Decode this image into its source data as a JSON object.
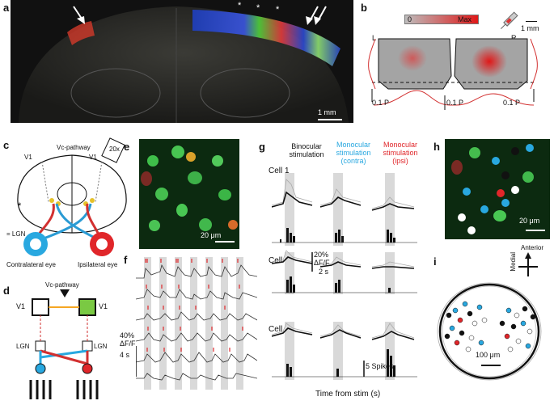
{
  "panels": {
    "a": {
      "label": "a",
      "scale_bar": "1 mm",
      "stars": [
        "*",
        "*",
        "*"
      ]
    },
    "b": {
      "label": "b",
      "colorbar_min": "0",
      "colorbar_max": "Max",
      "scale_bar": "1 mm",
      "left": "L",
      "right": "R",
      "p_left": "0.1 P",
      "p_mid": "0.1 P",
      "p_right": "0.1 P"
    },
    "c": {
      "label": "c",
      "pathway": "Vc-pathway",
      "v1_left": "V1",
      "v1_right": "V1",
      "objective": "20x",
      "lgn_note": "= LGN",
      "eye_left": "Contralateral eye",
      "eye_right": "Ipsilateral eye"
    },
    "d": {
      "label": "d",
      "pathway": "Vc-pathway",
      "v1_left": "V1",
      "v1_right": "V1",
      "lgn_left": "LGN",
      "lgn_right": "LGN"
    },
    "e": {
      "label": "e",
      "scale_bar": "20 μm"
    },
    "f": {
      "label": "f",
      "scale_y": "40%",
      "scale_y2": "ΔF/F",
      "scale_x": "4 s"
    },
    "g": {
      "label": "g",
      "col1": [
        "Binocular",
        "stimulation"
      ],
      "col2": [
        "Monocular",
        "stimulation",
        "(contra)"
      ],
      "col3": [
        "Monocular",
        "stimulation",
        "(ipsi)"
      ],
      "cells": [
        "Cell 1",
        "Cell 2",
        "Cell 3"
      ],
      "scale_y": "20%",
      "scale_y2": "ΔF/F",
      "scale_x": "2 s",
      "spikes": "5 Spikes",
      "xlabel": "Time from stim (s)"
    },
    "h": {
      "label": "h",
      "scale_bar": "20 μm"
    },
    "i": {
      "label": "i",
      "anterior": "Anterior",
      "medial": "Medial",
      "scale_bar": "100 μm"
    }
  },
  "colors": {
    "binocular": "#111111",
    "contra": "#29a8e0",
    "ipsi": "#e0262a",
    "stim_shade": "#d9d9d9",
    "v1_green": "#7ac943"
  }
}
